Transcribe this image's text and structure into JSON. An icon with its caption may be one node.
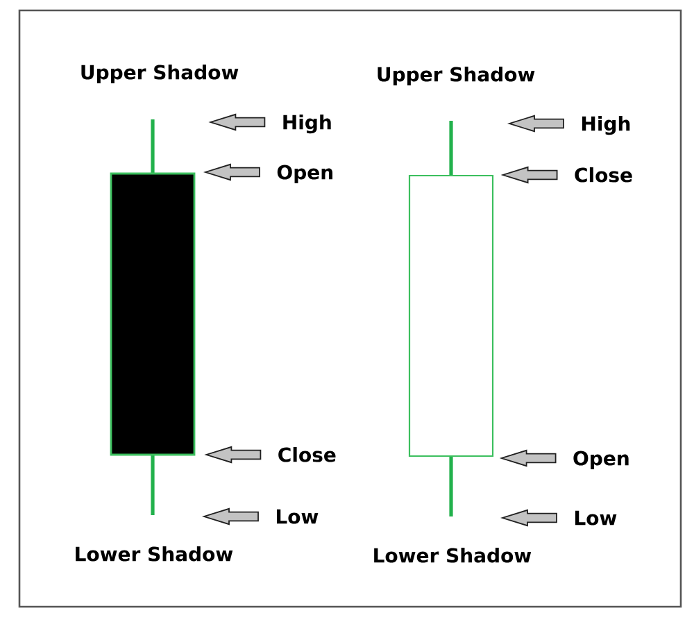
{
  "diagram": {
    "nodes": [
      {
        "text": [
          "High"
        ]
      },
      {
        "text": [
          "High"
        ]
      },
      {
        "text": [
          "Open"
        ]
      },
      {
        "text": [
          "Close"
        ]
      },
      {
        "text": [
          "Close"
        ]
      },
      {
        "text": [
          "Open"
        ]
      },
      {
        "text": [
          "Low"
        ]
      },
      {
        "text": [
          "Low"
        ]
      },
      {
        "text": [],
        "shape": "box"
      },
      {
        "text": [],
        "shape": "box"
      }
    ],
    "edges": [
      {
        "from": 0,
        "to": null,
        "arrow": "to"
      },
      {
        "from": 1,
        "to": null,
        "arrow": "to"
      },
      {
        "from": 2,
        "to": null,
        "arrow": "to"
      },
      {
        "from": 3,
        "to": null,
        "arrow": "to"
      },
      {
        "from": 4,
        "to": null,
        "arrow": "to"
      },
      {
        "from": 5,
        "to": null,
        "arrow": "to"
      },
      {
        "from": 6,
        "to": null,
        "arrow": "to"
      },
      {
        "from": 7,
        "to": null,
        "arrow": "to"
      }
    ],
    "labels": [
      "Upper Shadow",
      "Upper Shadow",
      "Lower Shadow",
      "Lower Shadow"
    ]
  }
}
